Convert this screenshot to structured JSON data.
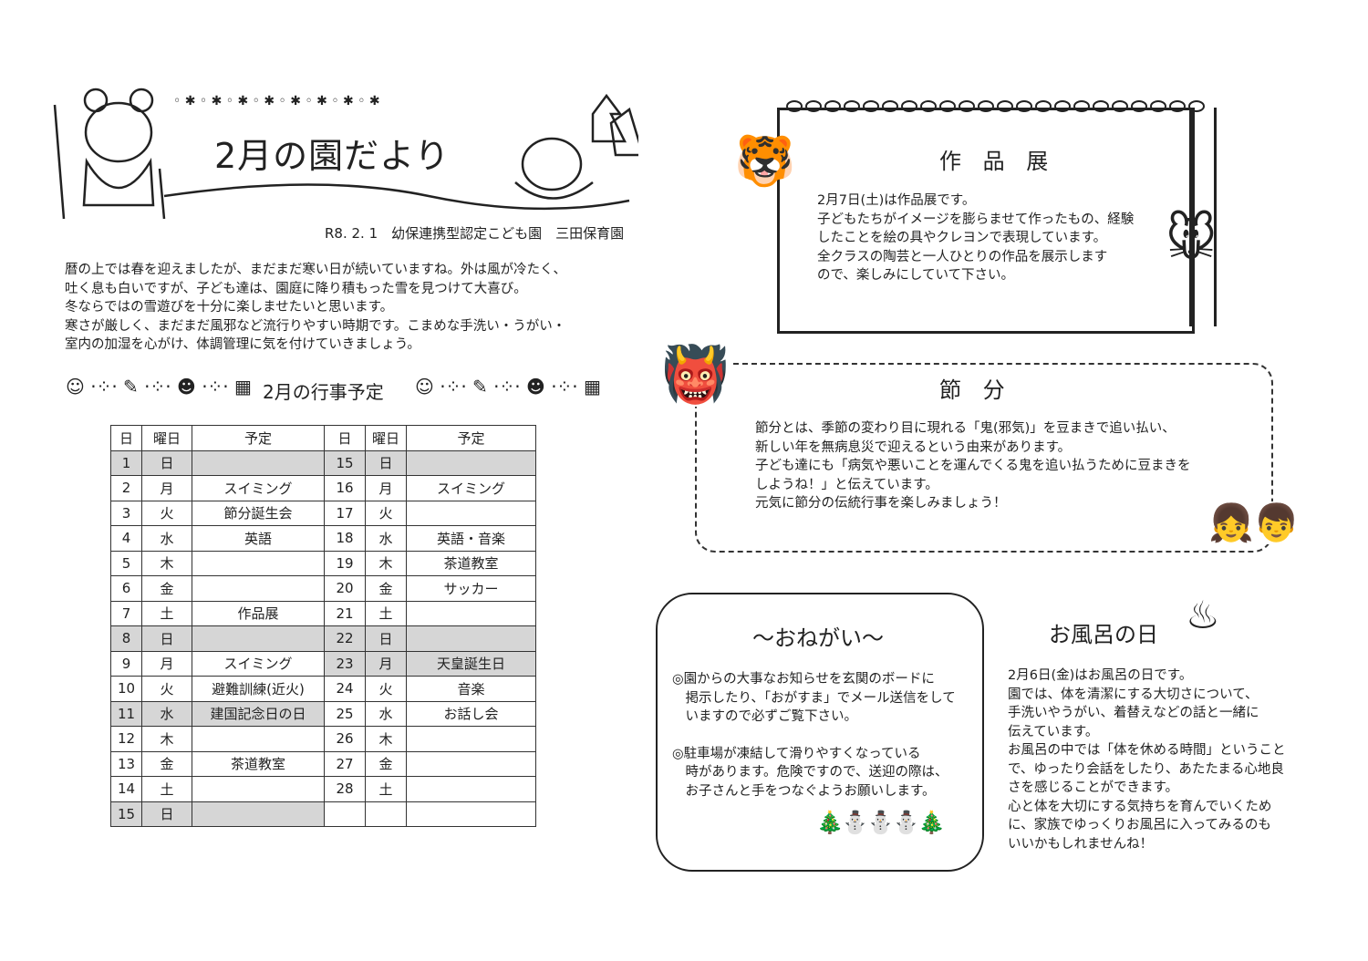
{
  "header": {
    "title": "2月の園だより",
    "issuer": "R8. 2. 1　幼保連携型認定こども園　三田保育園"
  },
  "intro": {
    "lines": [
      "暦の上では春を迎えましたが、まだまだ寒い日が続いていますね。外は風が冷たく、",
      "吐く息も白いですが、子ども達は、園庭に降り積もった雪を見つけて大喜び。",
      "冬ならではの雪遊びを十分に楽しませたいと思います。",
      "寒さが厳しく、まだまだ風邪など流行りやすい時期です。こまめな手洗い・うがい・",
      "室内の加湿を心がけ、体調管理に気を付けていきましょう。"
    ]
  },
  "schedule": {
    "title": "2月の行事予定",
    "headers": [
      "日",
      "曜日",
      "予定",
      "日",
      "曜日",
      "予定"
    ],
    "left": [
      {
        "d": "1",
        "w": "日",
        "e": "",
        "shade": true
      },
      {
        "d": "2",
        "w": "月",
        "e": "スイミング"
      },
      {
        "d": "3",
        "w": "火",
        "e": "節分誕生会"
      },
      {
        "d": "4",
        "w": "水",
        "e": "英語"
      },
      {
        "d": "5",
        "w": "木",
        "e": ""
      },
      {
        "d": "6",
        "w": "金",
        "e": ""
      },
      {
        "d": "7",
        "w": "土",
        "e": "作品展"
      },
      {
        "d": "8",
        "w": "日",
        "e": "",
        "shade": true
      },
      {
        "d": "9",
        "w": "月",
        "e": "スイミング"
      },
      {
        "d": "10",
        "w": "火",
        "e": "避難訓練(近火)"
      },
      {
        "d": "11",
        "w": "水",
        "e": "建国記念日の日",
        "shade": true
      },
      {
        "d": "12",
        "w": "木",
        "e": ""
      },
      {
        "d": "13",
        "w": "金",
        "e": "茶道教室"
      },
      {
        "d": "14",
        "w": "土",
        "e": ""
      },
      {
        "d": "15",
        "w": "日",
        "e": "",
        "shade": true
      }
    ],
    "right": [
      {
        "d": "15",
        "w": "日",
        "e": "",
        "shade": true
      },
      {
        "d": "16",
        "w": "月",
        "e": "スイミング"
      },
      {
        "d": "17",
        "w": "火",
        "e": ""
      },
      {
        "d": "18",
        "w": "水",
        "e": "英語・音楽"
      },
      {
        "d": "19",
        "w": "木",
        "e": "茶道教室"
      },
      {
        "d": "20",
        "w": "金",
        "e": "サッカー"
      },
      {
        "d": "21",
        "w": "土",
        "e": ""
      },
      {
        "d": "22",
        "w": "日",
        "e": "",
        "shade": true
      },
      {
        "d": "23",
        "w": "月",
        "e": "天皇誕生日",
        "shade": true
      },
      {
        "d": "24",
        "w": "火",
        "e": "音楽"
      },
      {
        "d": "25",
        "w": "水",
        "e": "お話し会"
      },
      {
        "d": "26",
        "w": "木",
        "e": ""
      },
      {
        "d": "27",
        "w": "金",
        "e": ""
      },
      {
        "d": "28",
        "w": "土",
        "e": ""
      },
      {
        "d": "",
        "w": "",
        "e": ""
      }
    ],
    "shade_color": "#d6d6d6"
  },
  "exhibition": {
    "title": "作 品 展",
    "lines": [
      "2月7日(土)は作品展です。",
      "子どもたちがイメージを膨らませて作ったもの、経験",
      "したことを絵の具やクレヨンで表現しています。",
      "全クラスの陶芸と一人ひとりの作品を展示します",
      "ので、楽しみにしていて下さい。"
    ]
  },
  "setsubun": {
    "title": "節 分",
    "lines": [
      "節分とは、季節の変わり目に現れる「鬼(邪気)」を豆まきで追い払い、",
      "新しい年を無病息災で迎えるという由来があります。",
      "子ども達にも「病気や悪いことを運んでくる鬼を追い払うために豆まきを",
      "しようね！」と伝えています。",
      "元気に節分の伝統行事を楽しみましょう！"
    ]
  },
  "request": {
    "title": "～おねがい～",
    "p1": [
      "◎園からの大事なお知らせを玄関のボードに",
      "　掲示したり、「おがすま」でメール送信をして",
      "　いますので必ずご覧下さい。"
    ],
    "p2": [
      "◎駐車場が凍結して滑りやすくなっている",
      "　時があります。危険ですので、送迎の際は、",
      "　お子さんと手をつなぐようお願いします。"
    ]
  },
  "bath": {
    "title": "お風呂の日",
    "lines": [
      "2月6日(金)はお風呂の日です。",
      "園では、体を清潔にする大切さについて、",
      "手洗いやうがい、着替えなどの話と一緒に",
      "伝えています。",
      "お風呂の中では「体を休める時間」ということ",
      "で、ゆったり会話をしたり、あたたまる心地良",
      "さを感じることができます。",
      "心と体を大切にする気持ちを育んでいくため",
      "に、家族でゆっくりお風呂に入ってみるのも",
      "いいかもしれませんね！"
    ]
  }
}
